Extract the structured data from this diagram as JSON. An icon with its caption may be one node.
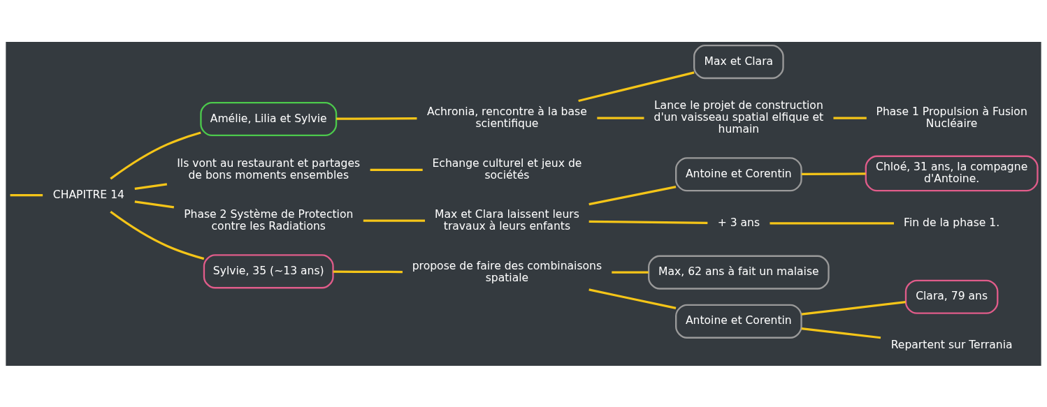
{
  "diagram": {
    "nodes": [
      {
        "text": [
          "CHAPITRE 14"
        ]
      },
      {
        "text": [
          "Amélie, Lilia et Sylvie"
        ]
      },
      {
        "text": [
          "Achronia, rencontre à la base scientifique"
        ]
      },
      {
        "text": [
          "Max et Clara"
        ]
      },
      {
        "text": [
          "Lance le projet de construction d'un vaisseau spatial elfique et humain"
        ]
      },
      {
        "text": [
          "Phase 1 Propulsion à Fusion Nucléaire"
        ]
      },
      {
        "text": [
          "Ils vont au restaurant et partages de bons moments ensembles"
        ]
      },
      {
        "text": [
          "Echange culturel et jeux de sociétés"
        ]
      },
      {
        "text": [
          "Phase 2 Système de Protection contre les Radiations"
        ]
      },
      {
        "text": [
          "Max et Clara laissent leurs travaux à leurs enfants"
        ]
      },
      {
        "text": [
          "Antoine et Corentin"
        ]
      },
      {
        "text": [
          "Chloé, 31 ans, la compagne d'Antoine."
        ]
      },
      {
        "text": [
          "+ 3 ans"
        ]
      },
      {
        "text": [
          "Fin de la phase 1."
        ]
      },
      {
        "text": [
          "Sylvie, 35 (~13 ans)"
        ]
      },
      {
        "text": [
          "propose de faire des combinaisons spatiale"
        ]
      },
      {
        "text": [
          "Max, 62 ans à fait un malaise"
        ]
      },
      {
        "text": [
          "Antoine et Corentin"
        ]
      },
      {
        "text": [
          "Clara, 79 ans"
        ]
      },
      {
        "text": [
          "Repartent sur Terrania"
        ]
      }
    ],
    "edges": [
      {
        "from": null,
        "to": 0,
        "arrow": "none"
      },
      {
        "from": 0,
        "to": 1,
        "arrow": "none"
      },
      {
        "from": 1,
        "to": 2,
        "arrow": "none"
      },
      {
        "from": 2,
        "to": 3,
        "arrow": "none"
      },
      {
        "from": 2,
        "to": 4,
        "arrow": "none"
      },
      {
        "from": 4,
        "to": 5,
        "arrow": "none"
      },
      {
        "from": 0,
        "to": 6,
        "arrow": "none"
      },
      {
        "from": 6,
        "to": 7,
        "arrow": "none"
      },
      {
        "from": 0,
        "to": 8,
        "arrow": "none"
      },
      {
        "from": 8,
        "to": 9,
        "arrow": "none"
      },
      {
        "from": 9,
        "to": 10,
        "arrow": "none"
      },
      {
        "from": 10,
        "to": 11,
        "arrow": "none"
      },
      {
        "from": 9,
        "to": 12,
        "arrow": "none"
      },
      {
        "from": 12,
        "to": 13,
        "arrow": "none"
      },
      {
        "from": 0,
        "to": 14,
        "arrow": "none"
      },
      {
        "from": 14,
        "to": 15,
        "arrow": "none"
      },
      {
        "from": 15,
        "to": 16,
        "arrow": "none"
      },
      {
        "from": 15,
        "to": 17,
        "arrow": "none"
      },
      {
        "from": 17,
        "to": 18,
        "arrow": "none"
      },
      {
        "from": 17,
        "to": 19,
        "arrow": "none"
      }
    ]
  }
}
